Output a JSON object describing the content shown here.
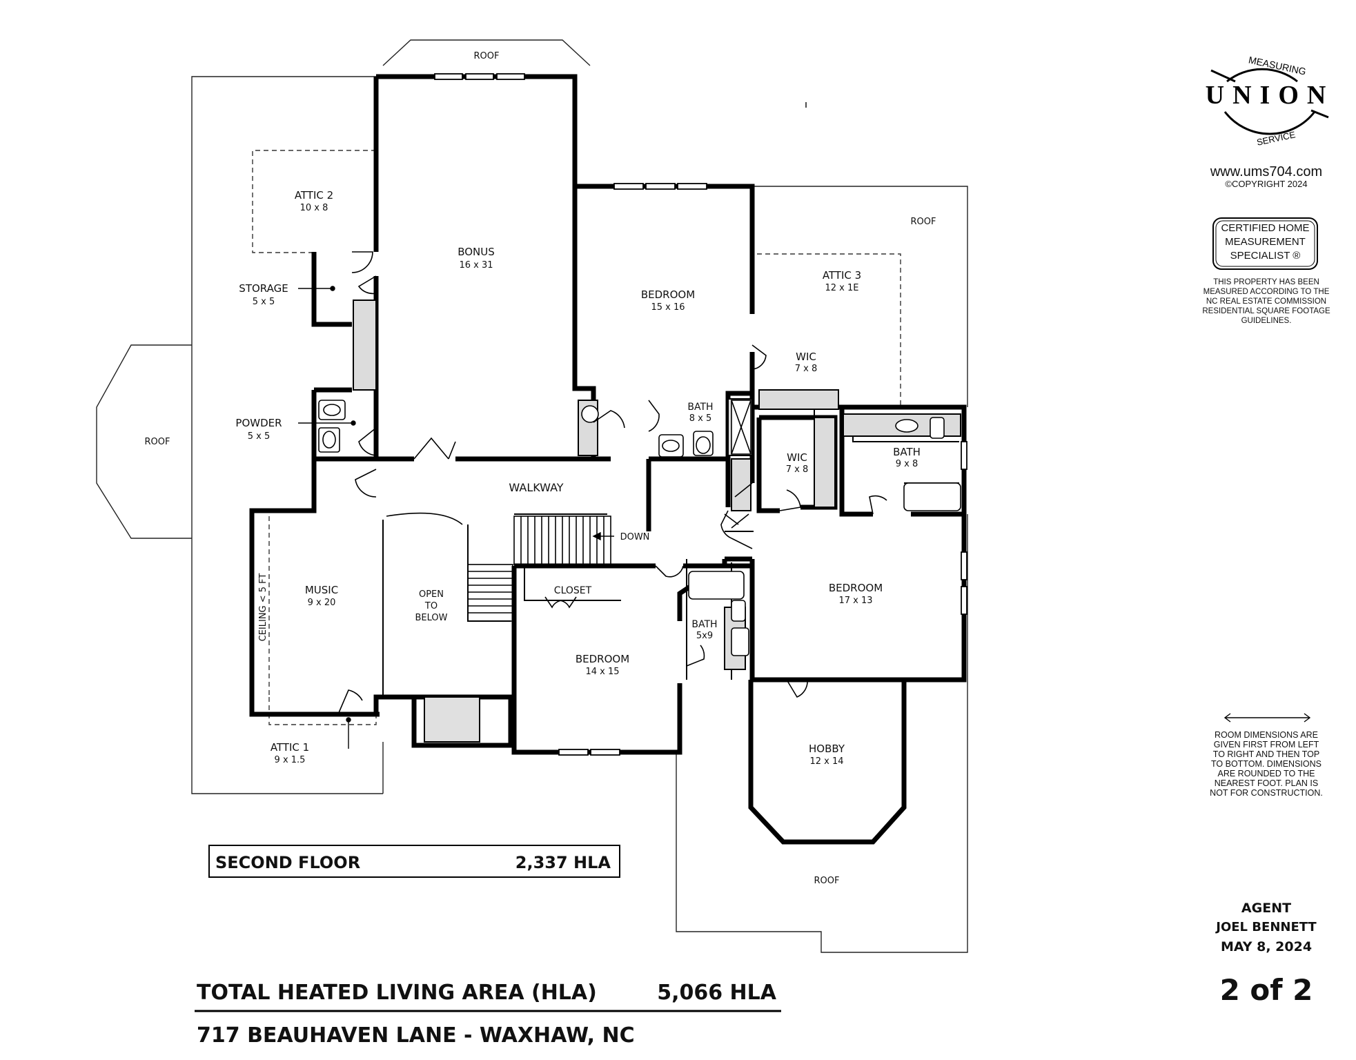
{
  "floor_plan": {
    "rooms": [
      {
        "key": "roof_top",
        "name": "ROOF",
        "dims": ""
      },
      {
        "key": "roof_left",
        "name": "ROOF",
        "dims": ""
      },
      {
        "key": "roof_right",
        "name": "ROOF",
        "dims": ""
      },
      {
        "key": "roof_bottom",
        "name": "ROOF",
        "dims": ""
      },
      {
        "key": "attic2",
        "name": "ATTIC 2",
        "dims": "10 x 8"
      },
      {
        "key": "bonus",
        "name": "BONUS",
        "dims": "16 x 31"
      },
      {
        "key": "bedroom_ne",
        "name": "BEDROOM",
        "dims": "15 x 16"
      },
      {
        "key": "attic3",
        "name": "ATTIC 3",
        "dims": "12 x 1E"
      },
      {
        "key": "storage",
        "name": "STORAGE",
        "dims": "5 x 5"
      },
      {
        "key": "wic_upper",
        "name": "WIC",
        "dims": "7 x 8"
      },
      {
        "key": "bath_small",
        "name": "BATH",
        "dims": "8 x 5"
      },
      {
        "key": "powder",
        "name": "POWDER",
        "dims": "5 x 5"
      },
      {
        "key": "wic_lower",
        "name": "WIC",
        "dims": "7 x 8"
      },
      {
        "key": "bath_right",
        "name": "BATH",
        "dims": "9 x 8"
      },
      {
        "key": "walkway",
        "name": "WALKWAY",
        "dims": ""
      },
      {
        "key": "music",
        "name": "MUSIC",
        "dims": "9 x 20"
      },
      {
        "key": "bedroom_e",
        "name": "BEDROOM",
        "dims": "17 x 13"
      },
      {
        "key": "closet",
        "name": "CLOSET",
        "dims": ""
      },
      {
        "key": "bath_5x9",
        "name": "BATH",
        "dims": "5x9"
      },
      {
        "key": "bedroom_s",
        "name": "BEDROOM",
        "dims": "14 x 15"
      },
      {
        "key": "hobby",
        "name": "HOBBY",
        "dims": "12 x 14"
      },
      {
        "key": "attic1",
        "name": "ATTIC 1",
        "dims": "9 x 1.5"
      }
    ],
    "open_to_below": [
      "OPEN",
      "TO",
      "BELOW"
    ],
    "stair_label": "DOWN",
    "ceiling_note": "CEILING < 5 FT"
  },
  "floor_summary": {
    "floor_name": "SECOND FLOOR",
    "area": "2,337 HLA"
  },
  "totals": {
    "label": "TOTAL HEATED LIVING AREA (HLA)",
    "area": "5,066 HLA",
    "address": "717 BEAUHAVEN LANE - WAXHAW, NC"
  },
  "branding": {
    "logo_top": "MEASURING",
    "logo_main": "UNION",
    "logo_bottom": "SERVICE",
    "website": "www.ums704.com",
    "copyright": "©COPYRIGHT 2024",
    "cert_badge": [
      "CERTIFIED HOME",
      "MEASUREMENT",
      "SPECIALIST ®"
    ],
    "cert_note": [
      "THIS PROPERTY HAS BEEN",
      "MEASURED ACCORDING TO THE",
      "NC REAL ESTATE COMMISSION",
      "RESIDENTIAL SQUARE FOOTAGE",
      "GUIDELINES."
    ]
  },
  "dimension_note": [
    "ROOM DIMENSIONS ARE",
    "GIVEN FIRST FROM LEFT",
    "TO RIGHT AND THEN TOP",
    "TO BOTTOM. DIMENSIONS",
    "ARE ROUNDED TO THE",
    "NEAREST FOOT. PLAN IS",
    "NOT FOR CONSTRUCTION."
  ],
  "agent": {
    "label": "AGENT",
    "name": "JOEL BENNETT",
    "date": "MAY 8, 2024"
  },
  "page": {
    "indicator": "2 of 2"
  }
}
